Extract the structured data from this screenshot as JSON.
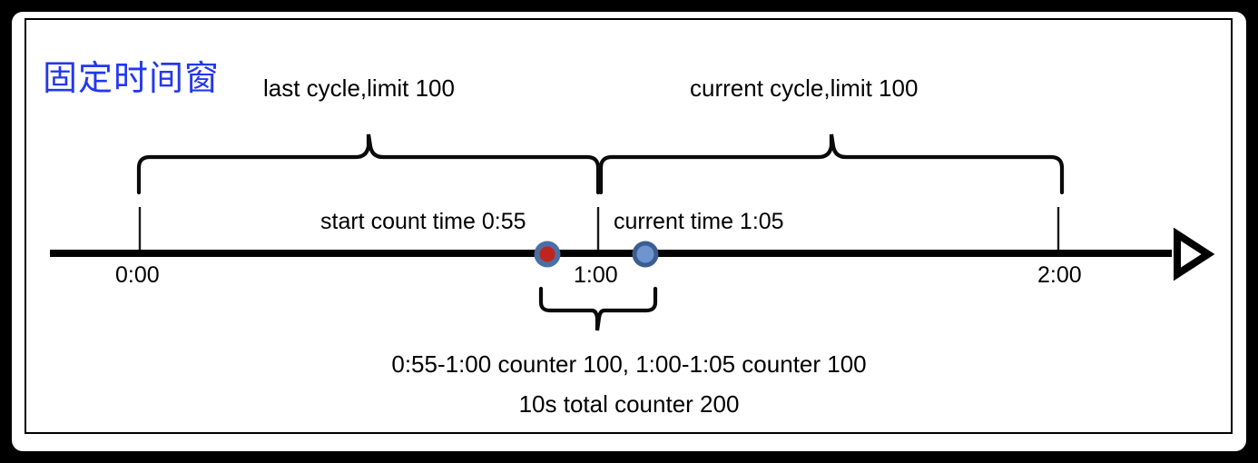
{
  "diagram": {
    "title": "固定时间窗",
    "title_color": "#2238EE",
    "brace_labels": {
      "last_cycle": "last cycle,limit 100",
      "current_cycle": "current cycle,limit 100"
    },
    "axis_annotations": {
      "start_count": "start count time 0:55",
      "current_time": "current time 1:05"
    },
    "axis": {
      "tick_labels": [
        "0:00",
        "1:00",
        "2:00"
      ],
      "arrow": "right-arrow-outline"
    },
    "markers": [
      {
        "name": "start-count-marker",
        "fill": "#C0241C",
        "ring": "#4A6FA5",
        "at": "0:55"
      },
      {
        "name": "current-time-marker",
        "fill": "#6E95CE",
        "ring": "#3B5E92",
        "at": "1:05"
      }
    ],
    "notes": [
      "0:55-1:00 counter 100, 1:00-1:05 counter 100",
      "10s total counter 200"
    ]
  }
}
